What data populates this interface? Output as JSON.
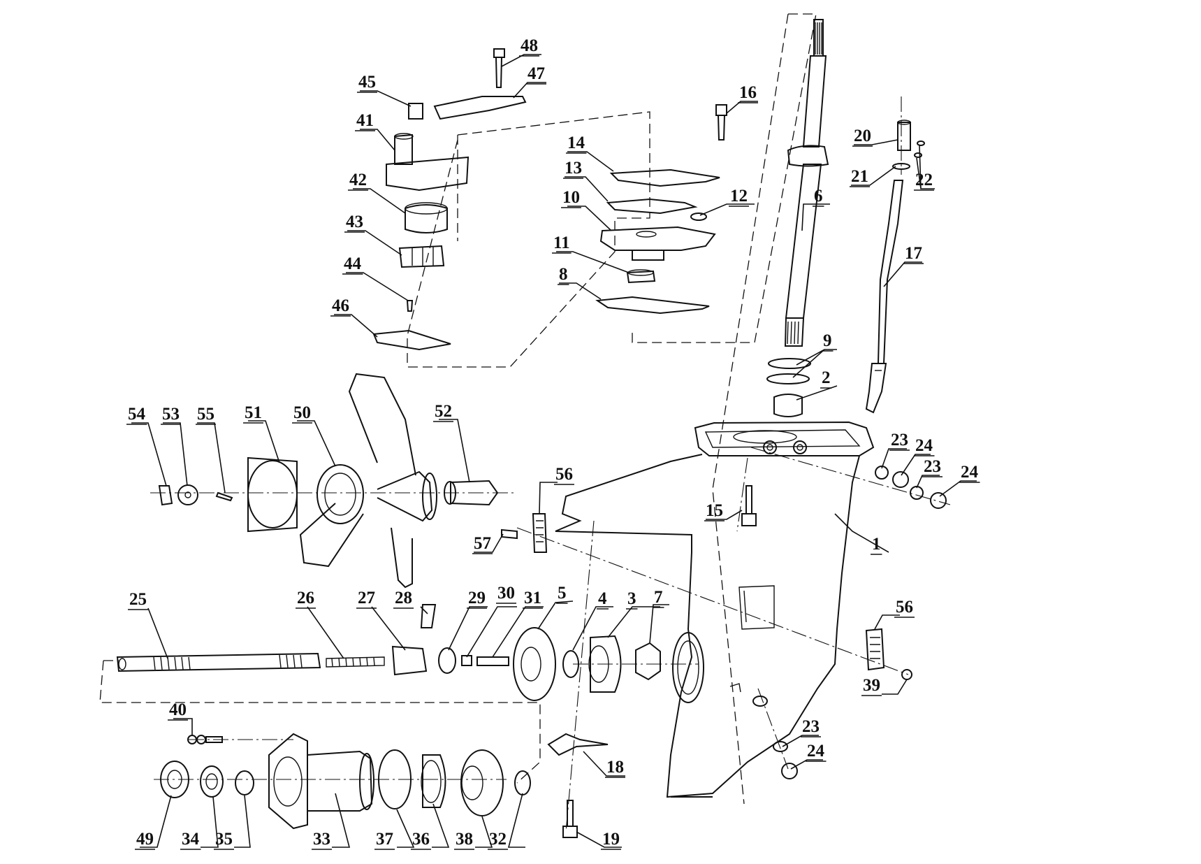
{
  "callouts": [
    {
      "label": "1"
    },
    {
      "label": "2"
    },
    {
      "label": "3"
    },
    {
      "label": "4"
    },
    {
      "label": "5"
    },
    {
      "label": "6"
    },
    {
      "label": "7"
    },
    {
      "label": "8"
    },
    {
      "label": "9"
    },
    {
      "label": "10"
    },
    {
      "label": "11"
    },
    {
      "label": "12"
    },
    {
      "label": "13"
    },
    {
      "label": "14"
    },
    {
      "label": "15"
    },
    {
      "label": "16"
    },
    {
      "label": "17"
    },
    {
      "label": "18"
    },
    {
      "label": "19"
    },
    {
      "label": "20"
    },
    {
      "label": "21"
    },
    {
      "label": "22"
    },
    {
      "label": "23"
    },
    {
      "label": "24"
    },
    {
      "label": "23"
    },
    {
      "label": "24"
    },
    {
      "label": "23"
    },
    {
      "label": "24"
    },
    {
      "label": "25"
    },
    {
      "label": "26"
    },
    {
      "label": "27"
    },
    {
      "label": "28"
    },
    {
      "label": "29"
    },
    {
      "label": "30"
    },
    {
      "label": "31"
    },
    {
      "label": "32"
    },
    {
      "label": "33"
    },
    {
      "label": "34"
    },
    {
      "label": "35"
    },
    {
      "label": "36"
    },
    {
      "label": "37"
    },
    {
      "label": "38"
    },
    {
      "label": "39"
    },
    {
      "label": "40"
    },
    {
      "label": "41"
    },
    {
      "label": "42"
    },
    {
      "label": "43"
    },
    {
      "label": "44"
    },
    {
      "label": "45"
    },
    {
      "label": "46"
    },
    {
      "label": "47"
    },
    {
      "label": "48"
    },
    {
      "label": "49"
    },
    {
      "label": "50"
    },
    {
      "label": "51"
    },
    {
      "label": "52"
    },
    {
      "label": "53"
    },
    {
      "label": "54"
    },
    {
      "label": "55"
    },
    {
      "label": "56"
    },
    {
      "label": "56"
    },
    {
      "label": "57"
    }
  ]
}
